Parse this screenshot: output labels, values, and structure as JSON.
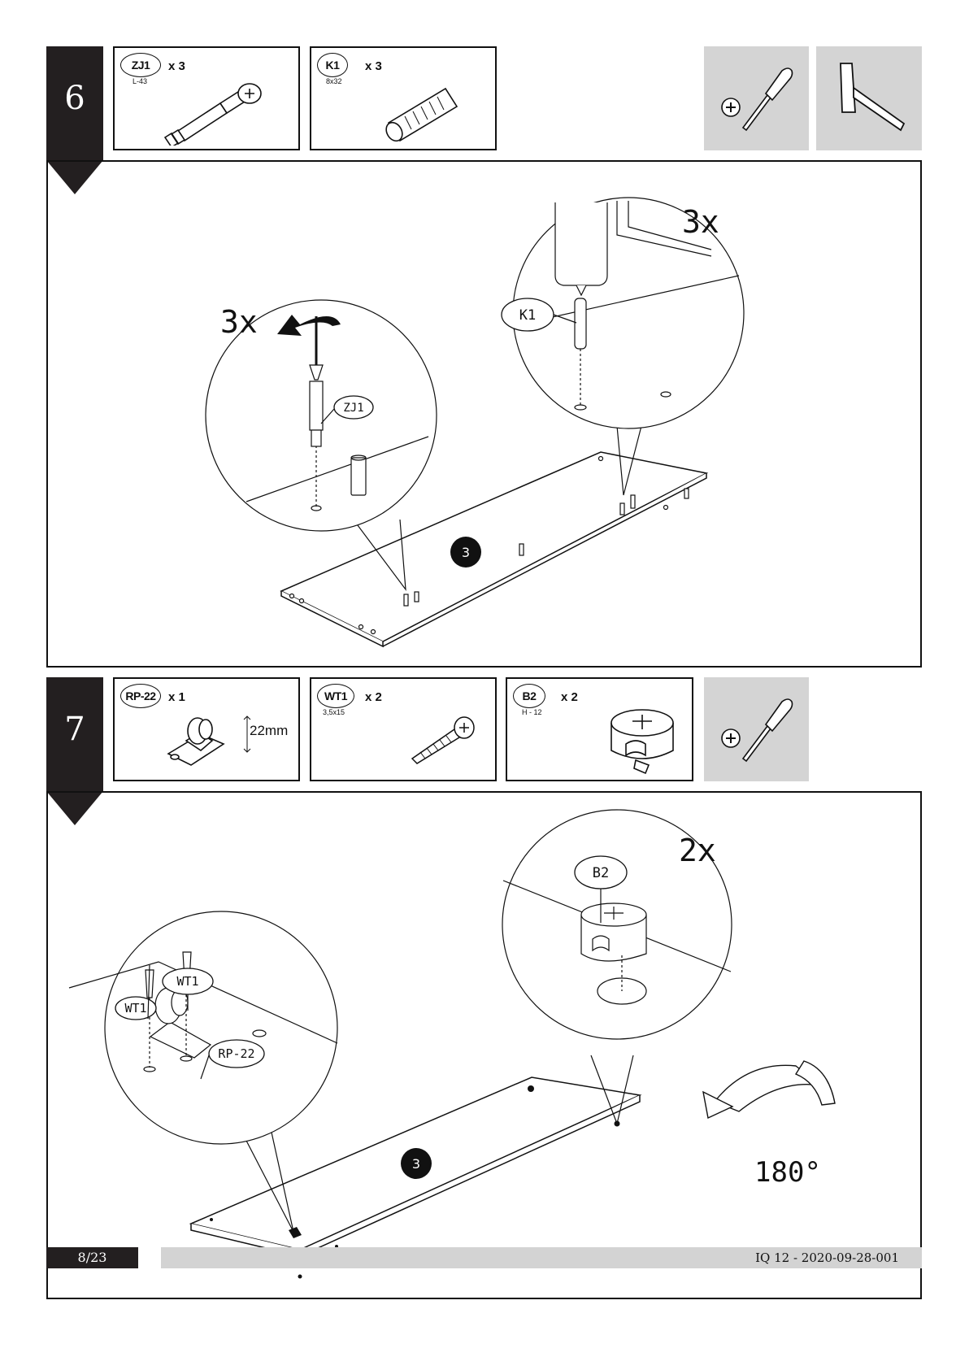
{
  "steps": [
    {
      "number": "6",
      "parts": [
        {
          "code": "ZJ1",
          "qty": "x 3",
          "size": "L-43"
        },
        {
          "code": "K1",
          "qty": "x 3",
          "size": "8x32"
        }
      ],
      "tools": [
        "phillips-screwdriver-icon",
        "hammer-icon"
      ],
      "callouts": {
        "left_count": "3x",
        "right_count": "3x",
        "label_zj1": "ZJ1",
        "label_k1": "K1",
        "panel_number": "3"
      }
    },
    {
      "number": "7",
      "parts": [
        {
          "code": "RP-22",
          "qty": "x 1",
          "size": "",
          "dimension": "22mm"
        },
        {
          "code": "WT1",
          "qty": "x 2",
          "size": "3,5x15"
        },
        {
          "code": "B2",
          "qty": "x 2",
          "size": "H - 12"
        }
      ],
      "tools": [
        "phillips-screwdriver-icon"
      ],
      "callouts": {
        "label_wt1_a": "WT1",
        "label_wt1_b": "WT1",
        "label_rp22": "RP-22",
        "label_b2": "B2",
        "right_count": "2x",
        "panel_number": "3",
        "rotation": "180°"
      }
    }
  ],
  "footer": {
    "page": "8/23",
    "doc_code": "IQ 12 - 2020-09-28-001"
  }
}
